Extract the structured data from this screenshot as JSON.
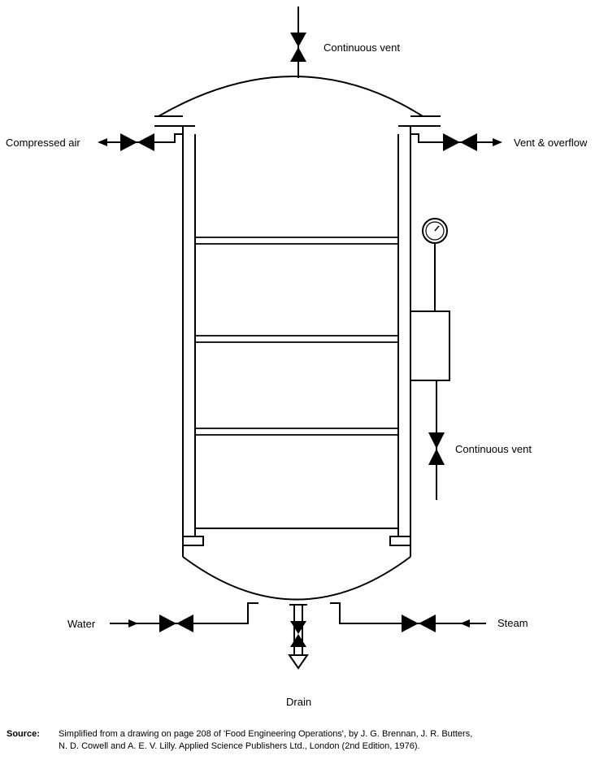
{
  "labels": {
    "continuous_vent_top": "Continuous vent",
    "compressed_air": "Compressed air",
    "vent_overflow": "Vent & overflow",
    "continuous_vent_side": "Continuous vent",
    "water": "Water",
    "steam": "Steam",
    "drain": "Drain"
  },
  "source": {
    "prefix": "Source:",
    "line1": "Simplified from a drawing on page 208 of 'Food Engineering Operations', by J. G. Brennan, J. R. Butters,",
    "line2": "N. D. Cowell and A. E. V. Lilly.  Applied Science Publishers Ltd., London (2nd Edition, 1976)."
  }
}
